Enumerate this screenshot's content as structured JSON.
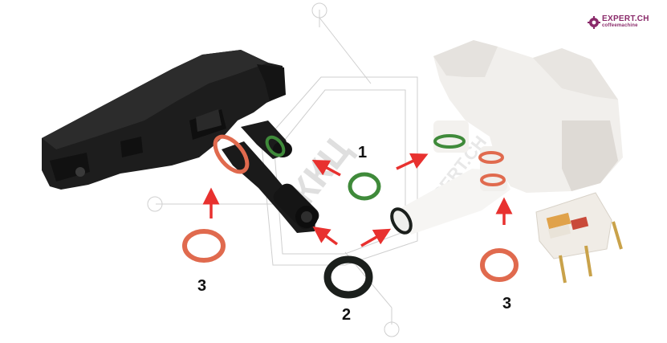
{
  "logo": {
    "title": "EXPERT.CH",
    "subtitle": "coffeemachine"
  },
  "labels": {
    "label_1": "1",
    "label_2": "2",
    "label_3_left": "3",
    "label_3_right": "3"
  },
  "colors": {
    "arrow": "#e8312f",
    "red_oring": "#e06a4e",
    "green_oring": "#3f8a3a",
    "black_oring": "#1b1f1c",
    "watermark": "#c8c8c8",
    "logo": "#8a2a6a"
  },
  "icons": [
    "logo-gear-icon"
  ]
}
